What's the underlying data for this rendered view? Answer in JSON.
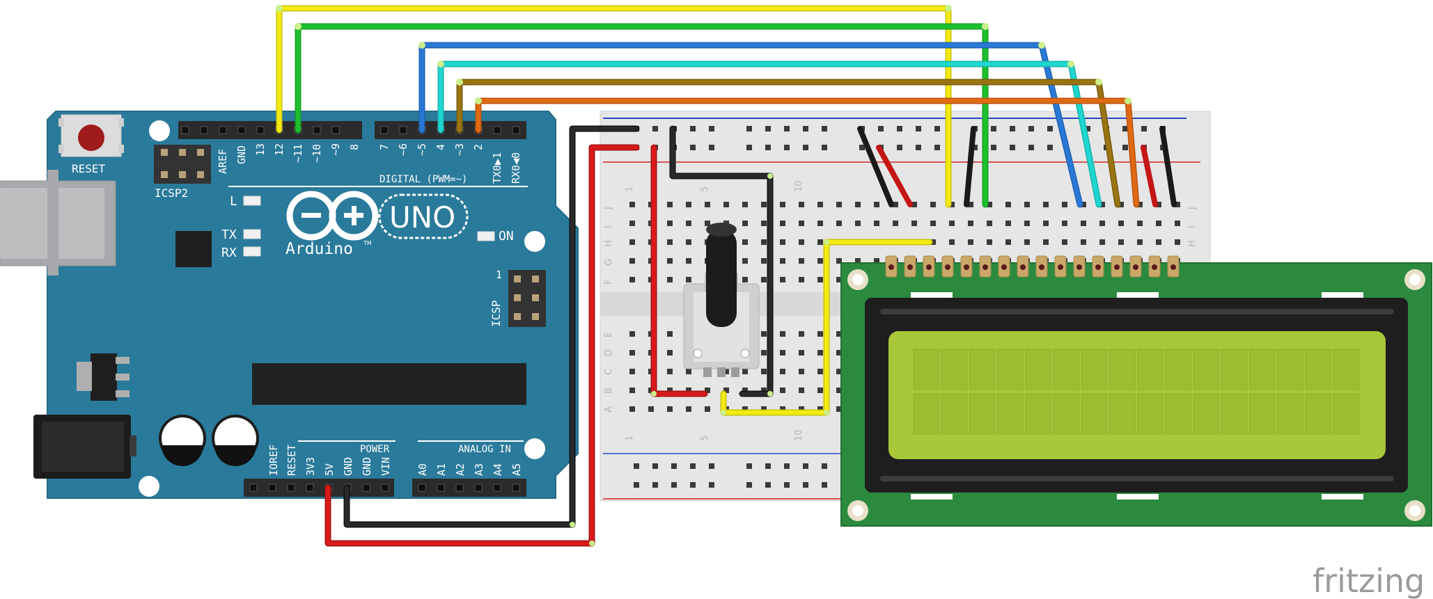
{
  "arduino": {
    "reset_label": "RESET",
    "icsp2_label": "ICSP2",
    "icsp_label": "ICSP",
    "icsp_pin_one": "1",
    "led_l": "L",
    "led_tx": "TX",
    "led_rx": "RX",
    "led_on": "ON",
    "logo_text": "Arduino",
    "logo_tm": "TM",
    "uno_text": "UNO",
    "digital_label": "DIGITAL (PWM=~)",
    "power_label": "POWER",
    "analog_label": "ANALOG IN",
    "digital_pins_top": [
      "AREF",
      "GND",
      "13",
      "12",
      "~11",
      "~10",
      "~9",
      "8"
    ],
    "digital_pins_bottom": [
      "7",
      "~6",
      "~5",
      "4",
      "~3",
      "2",
      "TX0▶1",
      "RX0◀0"
    ],
    "power_pins": [
      "IOREF",
      "RESET",
      "3V3",
      "5V",
      "GND",
      "GND",
      "VIN"
    ],
    "analog_pins": [
      "A0",
      "A1",
      "A2",
      "A3",
      "A4",
      "A5"
    ]
  },
  "breadboard": {
    "row_letters_top": [
      "J",
      "I",
      "H",
      "G",
      "F"
    ],
    "row_letters_bottom": [
      "E",
      "D",
      "C",
      "B",
      "A"
    ],
    "column_markers": [
      "1",
      "5",
      "10"
    ]
  },
  "watermark": "fritzing",
  "colors": {
    "board": "#2a7a9b",
    "lcd_pcb": "#2b8a3e",
    "lcd_screen": "#a8c83a",
    "wire_yellow": "#f2ea12",
    "wire_green": "#1dbf2e",
    "wire_blue": "#2a78d6",
    "wire_cyan": "#1fd6d0",
    "wire_brown": "#9a7412",
    "wire_orange": "#e06a14",
    "wire_red": "#d81a1a",
    "wire_black": "#222222"
  }
}
